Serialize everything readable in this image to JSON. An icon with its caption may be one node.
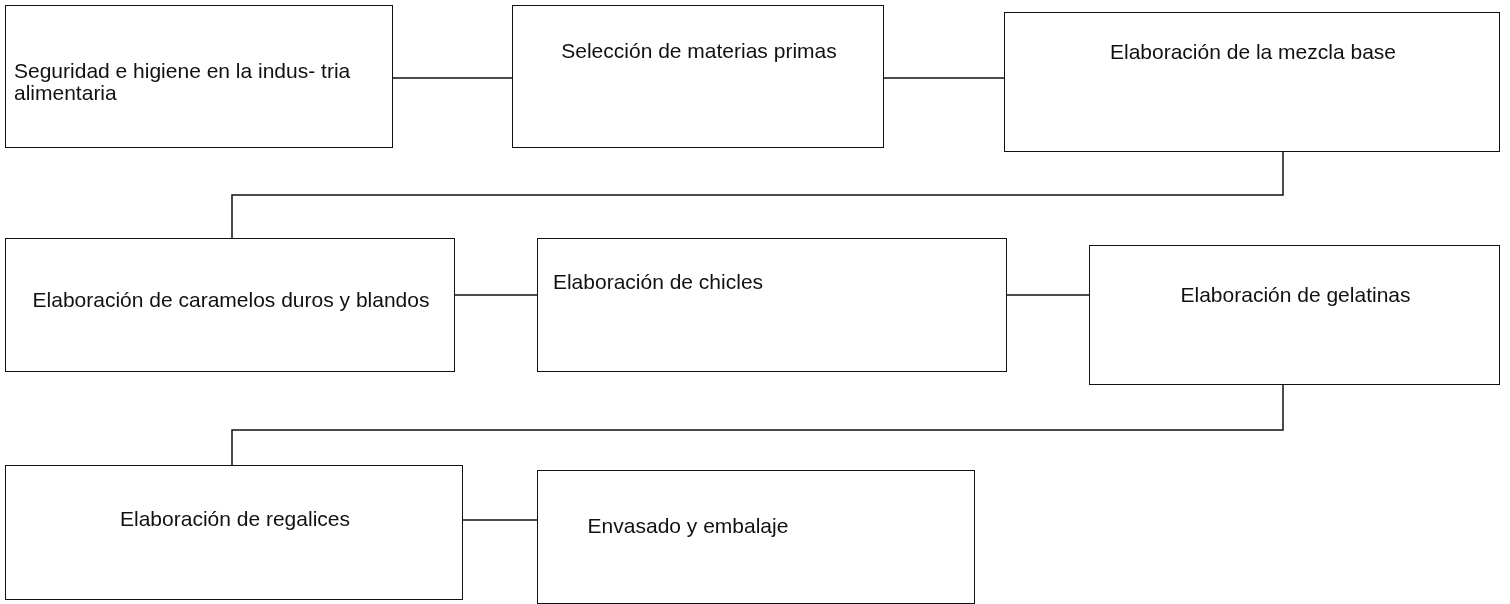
{
  "diagram": {
    "nodes": [
      {
        "text": [
          "Seguridad e higiene en la indus- tria alimentaria"
        ]
      },
      {
        "text": [
          "Selección de materias primas"
        ]
      },
      {
        "text": [
          "Elaboración de la mezcla base"
        ]
      },
      {
        "text": [
          "Elaboración de caramelos duros y blandos"
        ]
      },
      {
        "text": [
          "Elaboración de chicles"
        ]
      },
      {
        "text": [
          "Elaboración de gelatinas"
        ]
      },
      {
        "text": [
          "Elaboración de regalices"
        ]
      },
      {
        "text": [
          "Envasado y embalaje"
        ]
      }
    ],
    "edges": [
      {
        "from": 0,
        "to": 1,
        "arrow": "none"
      },
      {
        "from": 1,
        "to": 2,
        "arrow": "none"
      },
      {
        "from": 2,
        "to": 3,
        "arrow": "none"
      },
      {
        "from": 3,
        "to": 4,
        "arrow": "none"
      },
      {
        "from": 4,
        "to": 5,
        "arrow": "none"
      },
      {
        "from": 5,
        "to": 6,
        "arrow": "none"
      },
      {
        "from": 6,
        "to": 7,
        "arrow": "none"
      }
    ]
  }
}
